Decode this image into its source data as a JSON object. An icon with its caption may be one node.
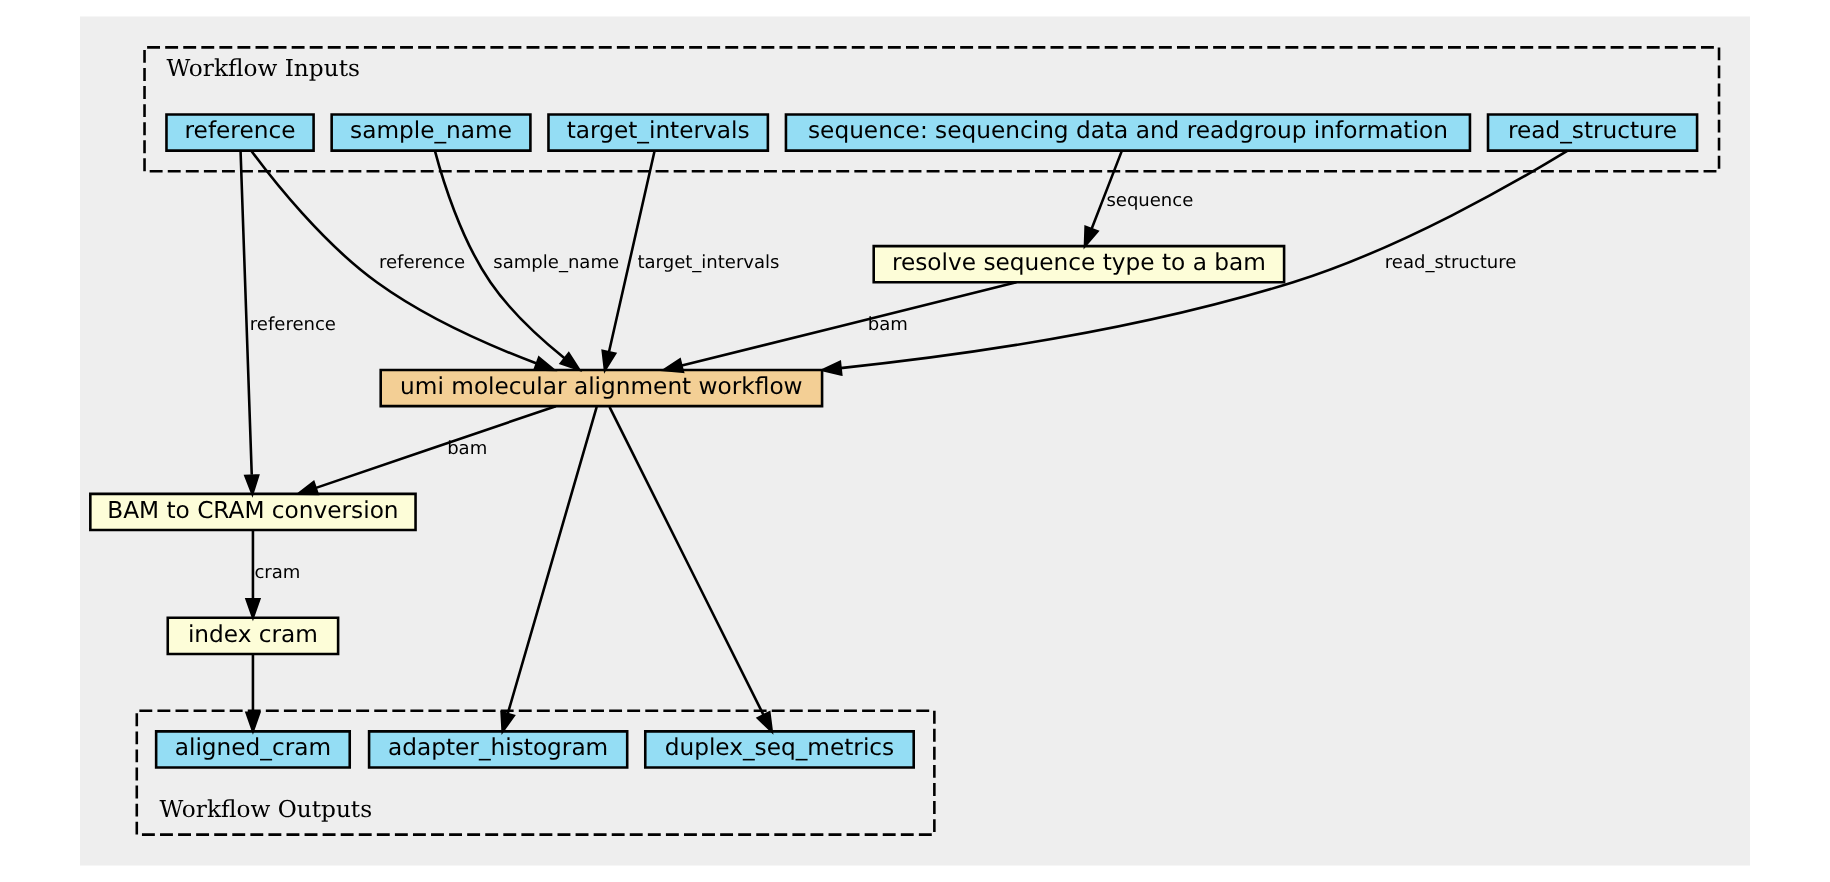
{
  "diagram": {
    "nodes": [
      {
        "text": [
          "Workflow Inputs"
        ]
      },
      {
        "text": [
          "reference"
        ],
        "in": 0
      },
      {
        "text": [
          "read_structure"
        ],
        "in": 0
      },
      {
        "text": [
          "sample_name"
        ],
        "in": 0
      },
      {
        "text": [
          "sequence: sequencing data and readgroup information"
        ],
        "in": 0
      },
      {
        "text": [
          "target_intervals"
        ],
        "in": 0
      },
      {
        "text": [
          "resolve sequence type to a bam"
        ]
      },
      {
        "text": [
          "umi molecular alignment workflow"
        ]
      },
      {
        "text": [
          "BAM to CRAM conversion"
        ]
      },
      {
        "text": [
          "index cram"
        ]
      },
      {
        "text": [
          "Workflow Outputs"
        ]
      },
      {
        "text": [
          "aligned_cram"
        ],
        "in": 10
      },
      {
        "text": [
          "adapter_histogram"
        ],
        "in": 10
      },
      {
        "text": [
          "duplex_seq_metrics"
        ],
        "in": 10
      }
    ],
    "edges": [
      {
        "from": 1,
        "to": 7,
        "arrow": "to",
        "label": "reference"
      },
      {
        "from": 2,
        "to": 7,
        "arrow": "to",
        "label": "read_structure"
      },
      {
        "from": 3,
        "to": 7,
        "arrow": "to",
        "label": "sample_name"
      },
      {
        "from": 4,
        "to": 6,
        "arrow": "to",
        "label": "sequence"
      },
      {
        "from": 5,
        "to": 7,
        "arrow": "to",
        "label": "target_intervals"
      },
      {
        "from": 6,
        "to": 7,
        "arrow": "to",
        "label": "bam"
      },
      {
        "from": 1,
        "to": 8,
        "arrow": "to",
        "label": "reference"
      },
      {
        "from": 7,
        "to": 8,
        "arrow": "to",
        "label": "bam"
      },
      {
        "from": 8,
        "to": 9,
        "arrow": "to",
        "label": "cram"
      },
      {
        "from": 9,
        "to": 11,
        "arrow": "to"
      },
      {
        "from": 7,
        "to": 12,
        "arrow": "to"
      },
      {
        "from": 7,
        "to": 13,
        "arrow": "to"
      }
    ]
  }
}
